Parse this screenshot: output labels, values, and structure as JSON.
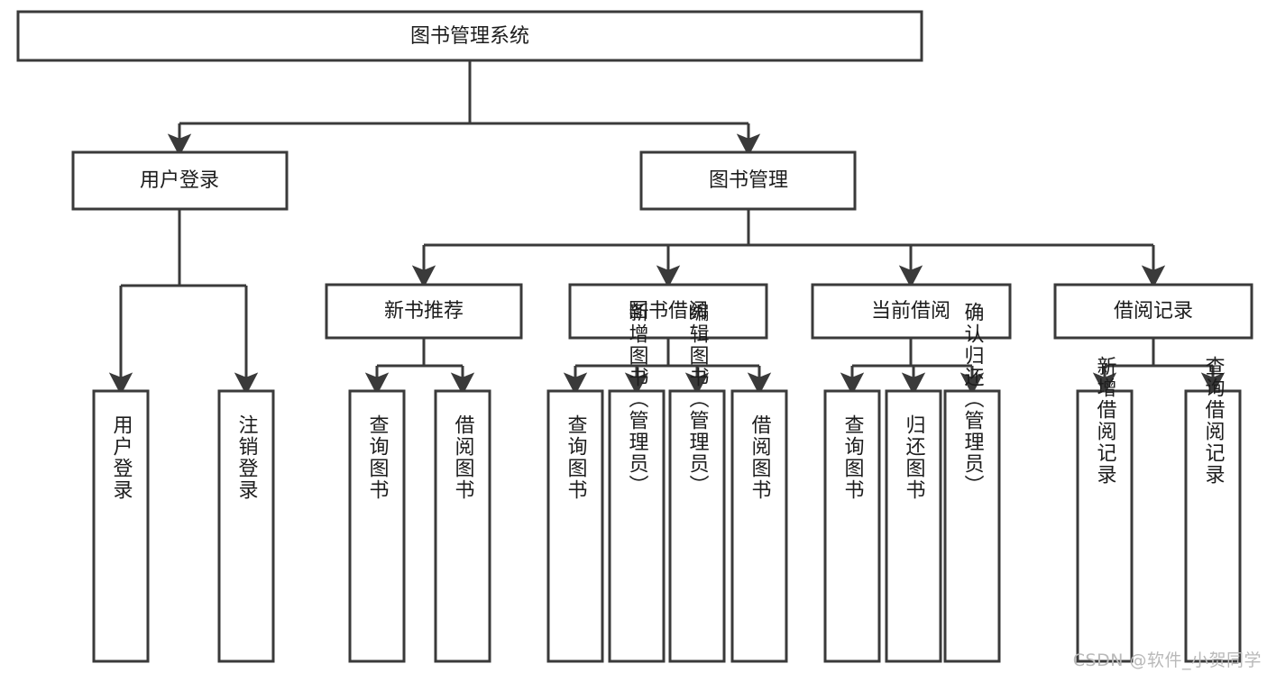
{
  "diagram": {
    "title": "图书管理系统",
    "watermark": "CSDN @软件_小贺同学",
    "levels": {
      "root": {
        "label": "图书管理系统"
      },
      "level2": [
        {
          "id": "user-login",
          "label": "用户登录"
        },
        {
          "id": "book-manage",
          "label": "图书管理"
        }
      ],
      "level3": [
        {
          "id": "new-book-recommend",
          "label": "新书推荐",
          "parent": "book-manage"
        },
        {
          "id": "book-borrow",
          "label": "图书借阅",
          "parent": "book-manage"
        },
        {
          "id": "current-borrow",
          "label": "当前借阅",
          "parent": "book-manage"
        },
        {
          "id": "borrow-record",
          "label": "借阅记录",
          "parent": "book-manage"
        }
      ],
      "leaves": [
        {
          "id": "leaf-user-login",
          "label": "用户登录",
          "parent": "user-login"
        },
        {
          "id": "leaf-user-logout",
          "label": "注销登录",
          "parent": "user-login"
        },
        {
          "id": "leaf-query-book-1",
          "label": "查询图书",
          "parent": "new-book-recommend"
        },
        {
          "id": "leaf-borrow-book-1",
          "label": "借阅图书",
          "parent": "new-book-recommend"
        },
        {
          "id": "leaf-query-book-2",
          "label": "查询图书",
          "parent": "book-borrow"
        },
        {
          "id": "leaf-add-book",
          "label": "新增图书（管理员）",
          "parent": "book-borrow"
        },
        {
          "id": "leaf-edit-book",
          "label": "编辑图书（管理员）",
          "parent": "book-borrow"
        },
        {
          "id": "leaf-borrow-book-2",
          "label": "借阅图书",
          "parent": "book-borrow"
        },
        {
          "id": "leaf-query-book-3",
          "label": "查询图书",
          "parent": "current-borrow"
        },
        {
          "id": "leaf-return-book",
          "label": "归还图书",
          "parent": "current-borrow"
        },
        {
          "id": "leaf-confirm-return",
          "label": "确认归还（管理员）",
          "parent": "current-borrow"
        },
        {
          "id": "leaf-add-record",
          "label": "新增借阅记录",
          "parent": "borrow-record"
        },
        {
          "id": "leaf-query-record",
          "label": "查询借阅记录",
          "parent": "borrow-record"
        }
      ]
    },
    "colors": {
      "stroke": "#3a3a3a",
      "fill": "#ffffff",
      "text": "#1c1c1c",
      "watermark": "#b9b9b9"
    }
  }
}
